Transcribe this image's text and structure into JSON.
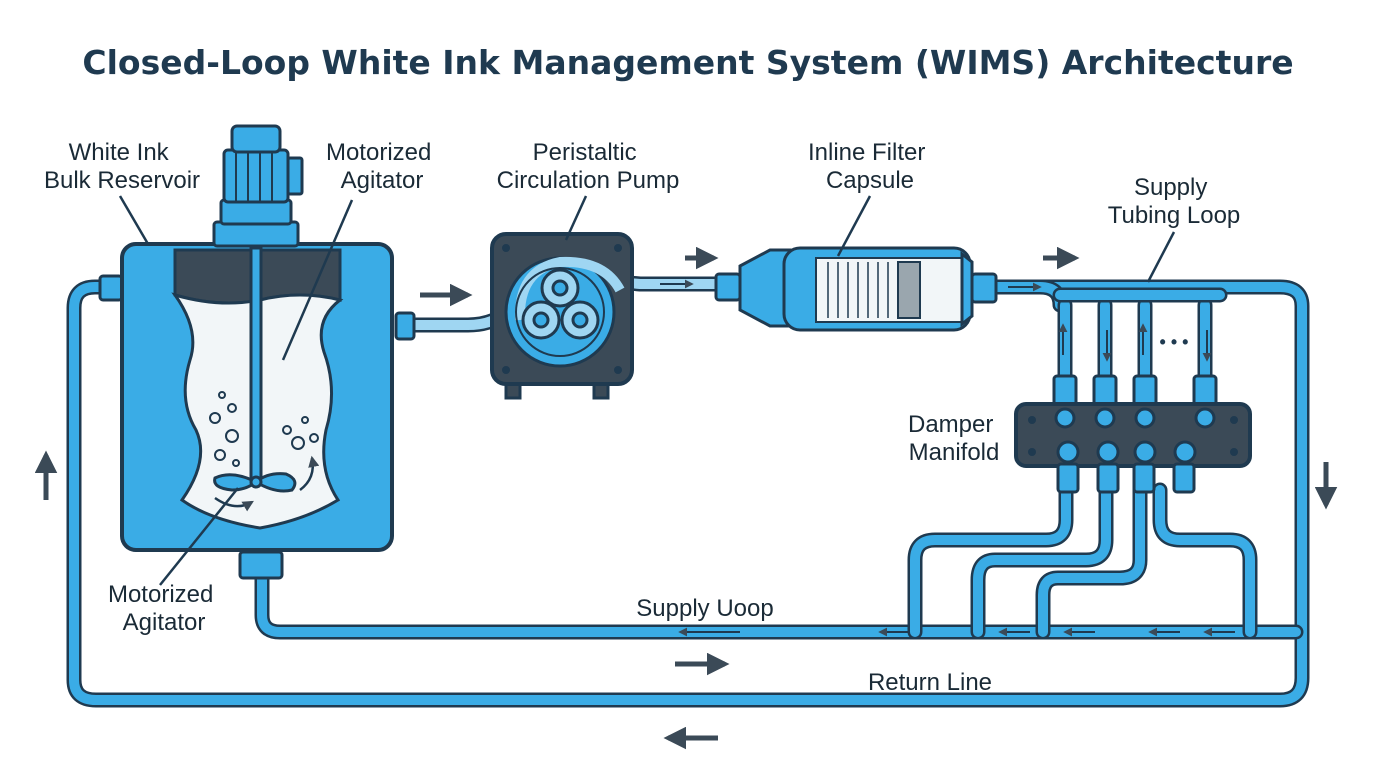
{
  "title": "Closed-Loop White Ink Management System (WIMS) Architecture",
  "components": {
    "reservoir": {
      "label_lines": [
        "White Ink",
        "Bulk Reservoir"
      ]
    },
    "agitator_top": {
      "label_lines": [
        "Motorized",
        "Agitator"
      ]
    },
    "agitator_bottom": {
      "label_lines": [
        "Motorized",
        "Agitator"
      ]
    },
    "pump": {
      "label_lines": [
        "Peristaltic",
        "Circulation Pump"
      ]
    },
    "filter": {
      "label_lines": [
        "Inline Filter",
        "Capsule"
      ]
    },
    "supply_tubing": {
      "label_lines": [
        "Supply",
        "Tubing Loop"
      ]
    },
    "manifold": {
      "label_lines": [
        "Damper",
        "Manifold"
      ],
      "ellipsis": "• • •"
    }
  },
  "lines": {
    "supply_loop": "Supply Uoop",
    "return_line": "Return Line"
  },
  "colors": {
    "tube": "#3aace6",
    "outline": "#1f3a50",
    "dark": "#3b4a57",
    "tank": "#3aace6",
    "ink": "#f2f6f8"
  }
}
